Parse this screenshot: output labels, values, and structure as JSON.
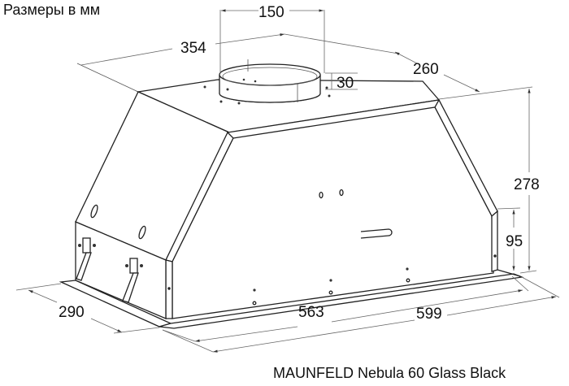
{
  "header": {
    "title": "Размеры в мм"
  },
  "footer": {
    "model": "MAUNFELD Nebula 60 Glass Black"
  },
  "drawing": {
    "subject": "built-in range hood",
    "unit": "mm",
    "dimensions": {
      "outlet_diameter": "150",
      "depth_top": "354",
      "outlet_height": "30",
      "depth_side": "260",
      "total_height": "278",
      "front_panel_height": "95",
      "bottom_depth": "290",
      "body_width": "563",
      "total_width": "599"
    }
  }
}
